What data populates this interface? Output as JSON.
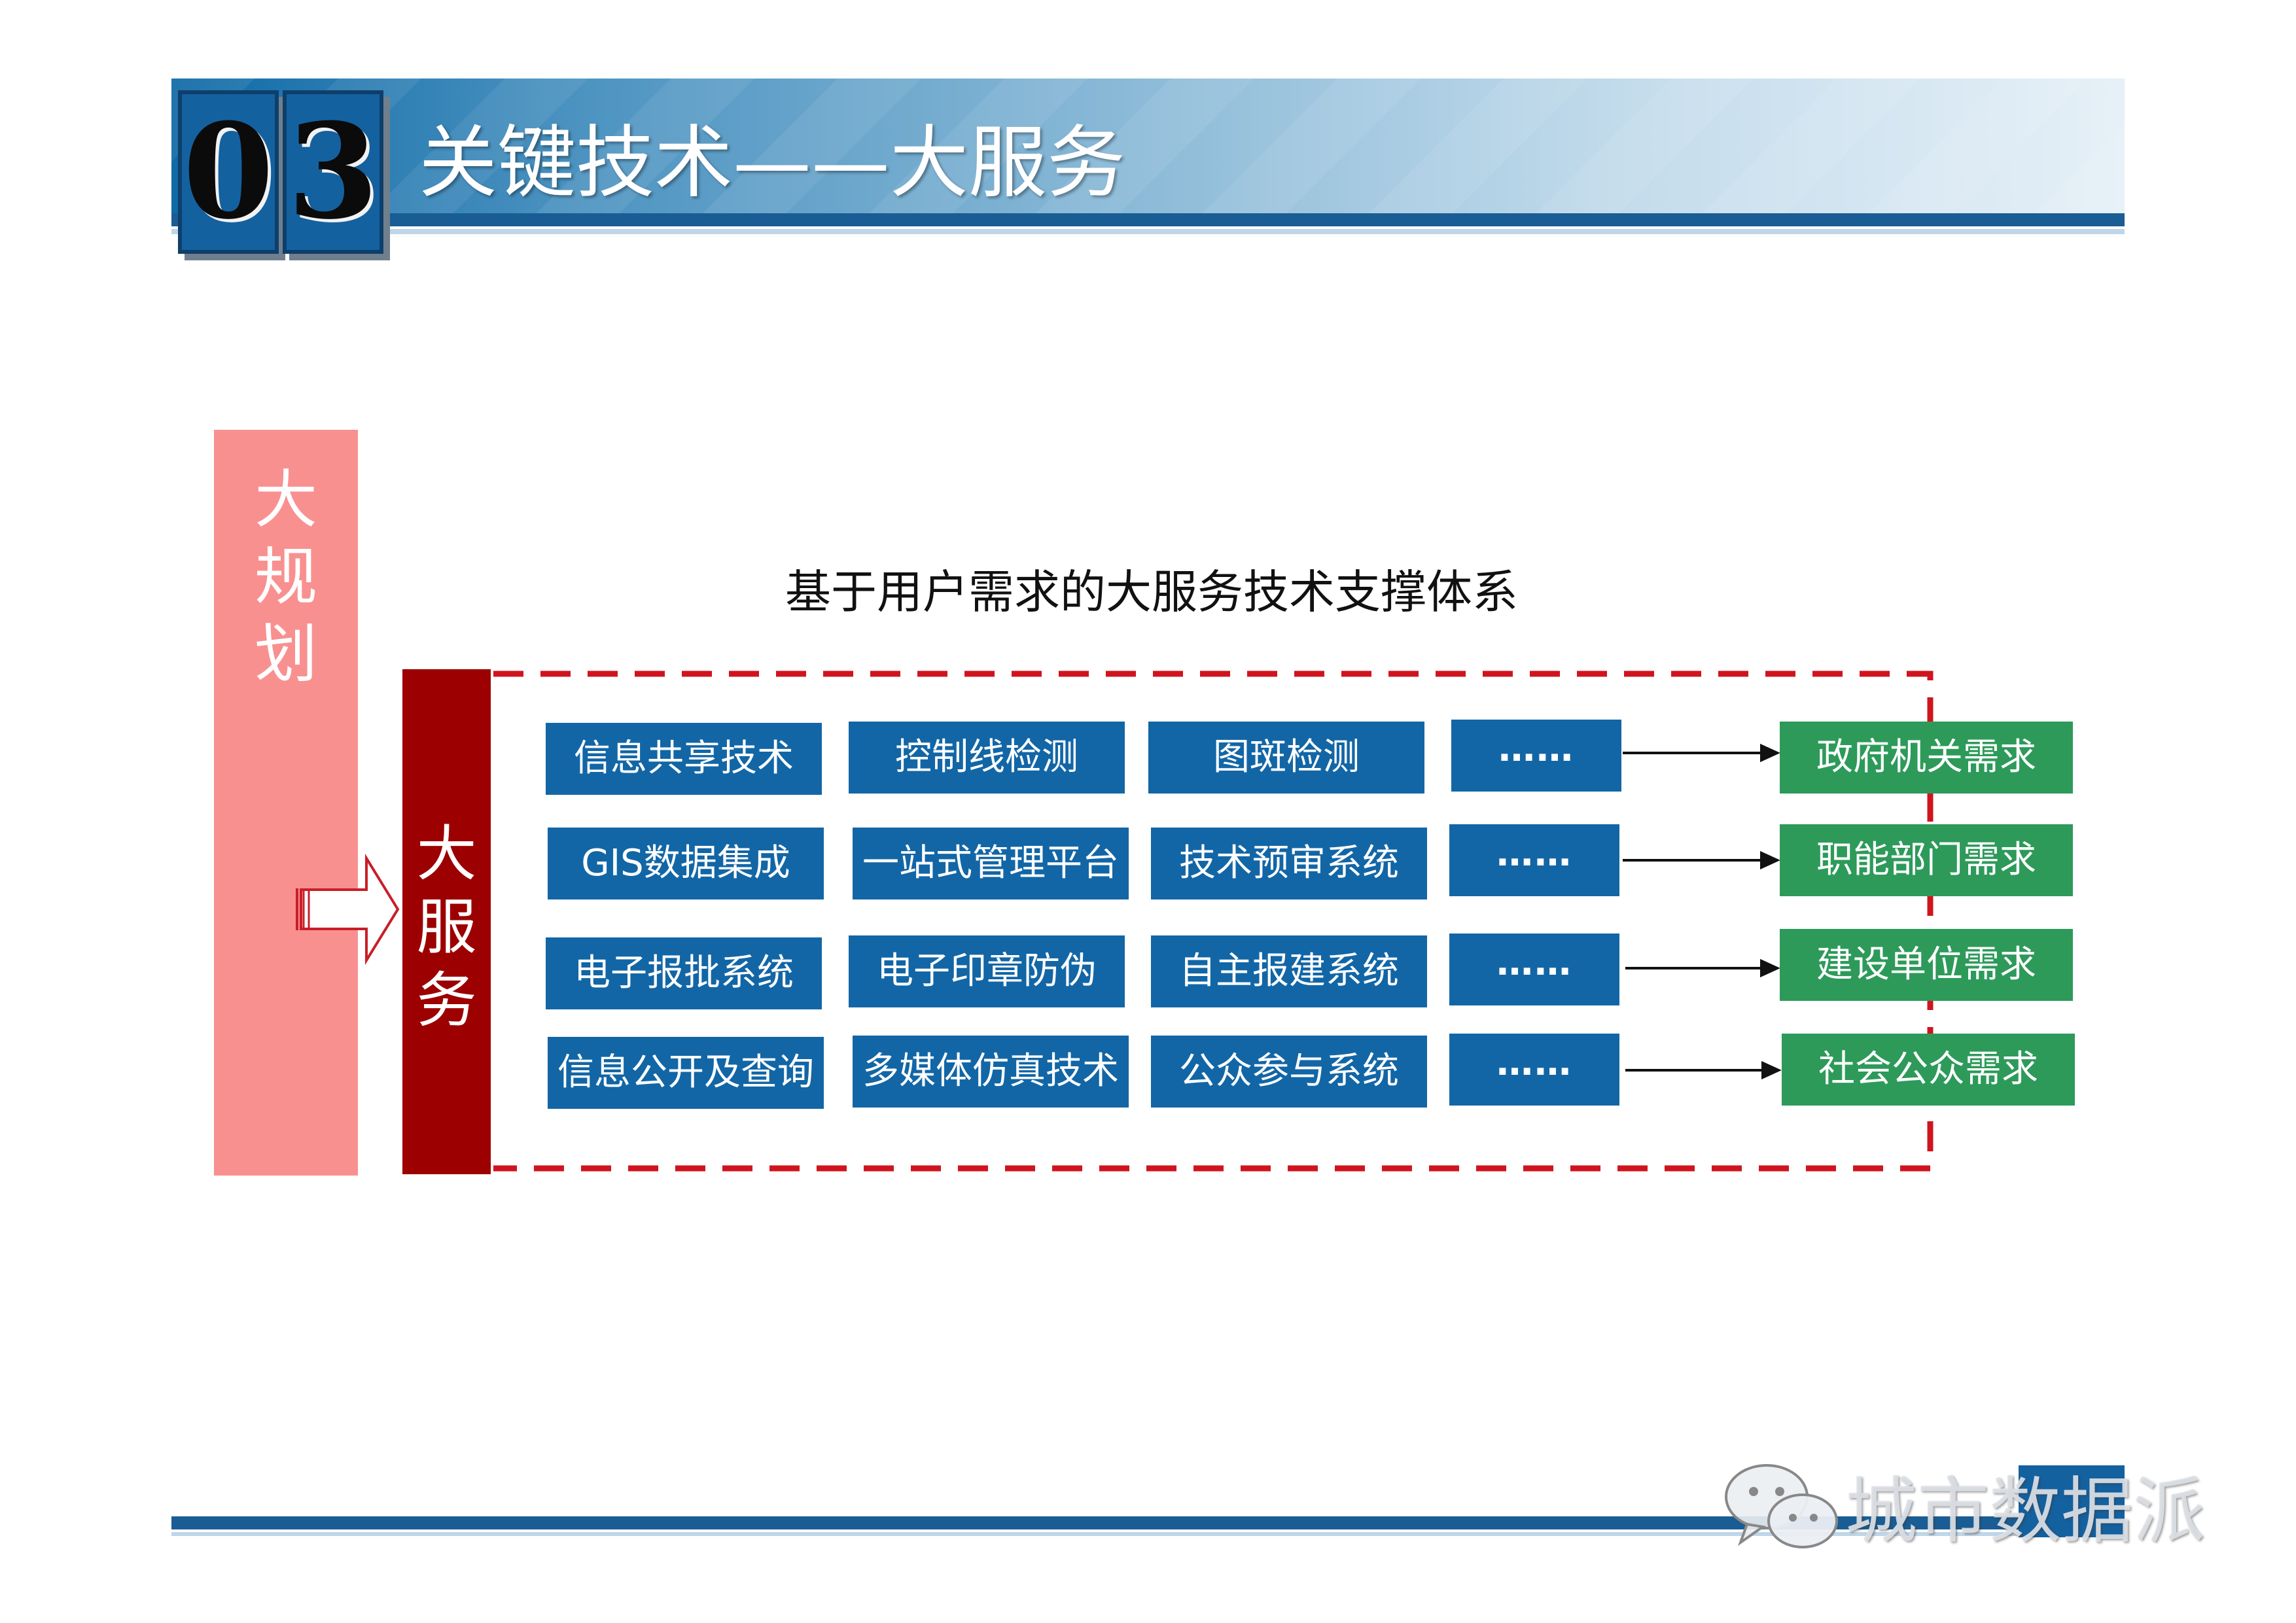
{
  "header": {
    "section_digit_1": "0",
    "section_digit_2": "3",
    "title": "关键技术——大服务"
  },
  "left_column": {
    "label_chars": [
      "大",
      "规",
      "划"
    ]
  },
  "service_column": {
    "label_chars": [
      "大",
      "服",
      "务"
    ]
  },
  "diagram": {
    "subtitle": "基于用户需求的大服务技术支撑体系",
    "rows": [
      {
        "cells": [
          "信息共享技术",
          "控制线检测",
          "图斑检测"
        ],
        "more": "……",
        "need": "政府机关需求"
      },
      {
        "cells": [
          "GIS数据集成",
          "一站式管理平台",
          "技术预审系统"
        ],
        "more": "……",
        "need": "职能部门需求"
      },
      {
        "cells": [
          "电子报批系统",
          "电子印章防伪",
          "自主报建系统"
        ],
        "more": "……",
        "need": "建设单位需求"
      },
      {
        "cells": [
          "信息公开及查询",
          "多媒体仿真技术",
          "公众参与系统"
        ],
        "more": "……",
        "need": "社会公众需求"
      }
    ]
  },
  "footer": {
    "watermark": "城市数据派"
  },
  "colors": {
    "header_blue": "#1461a0",
    "cell_blue": "#1266a6",
    "need_green": "#2d9a5a",
    "pink": "#f99090",
    "dark_red": "#9c0000",
    "dash_red": "#d0141e"
  },
  "icons": {
    "watermark_icon": "wechat-icon",
    "transfer_arrow": "hollow-right-arrow-icon"
  }
}
